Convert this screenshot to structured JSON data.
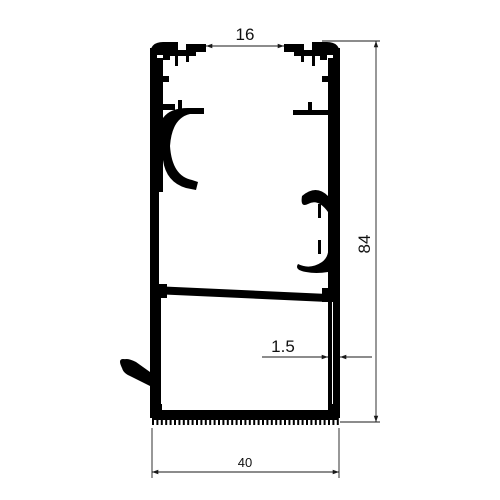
{
  "drawing": {
    "title": "",
    "dimensions": {
      "top_gap": "16",
      "height": "84",
      "wall_thickness": "1.5",
      "width": "40"
    },
    "colors": {
      "profile": "#000000",
      "dimension_lines": "#1a1a1a",
      "background": "#ffffff"
    }
  }
}
